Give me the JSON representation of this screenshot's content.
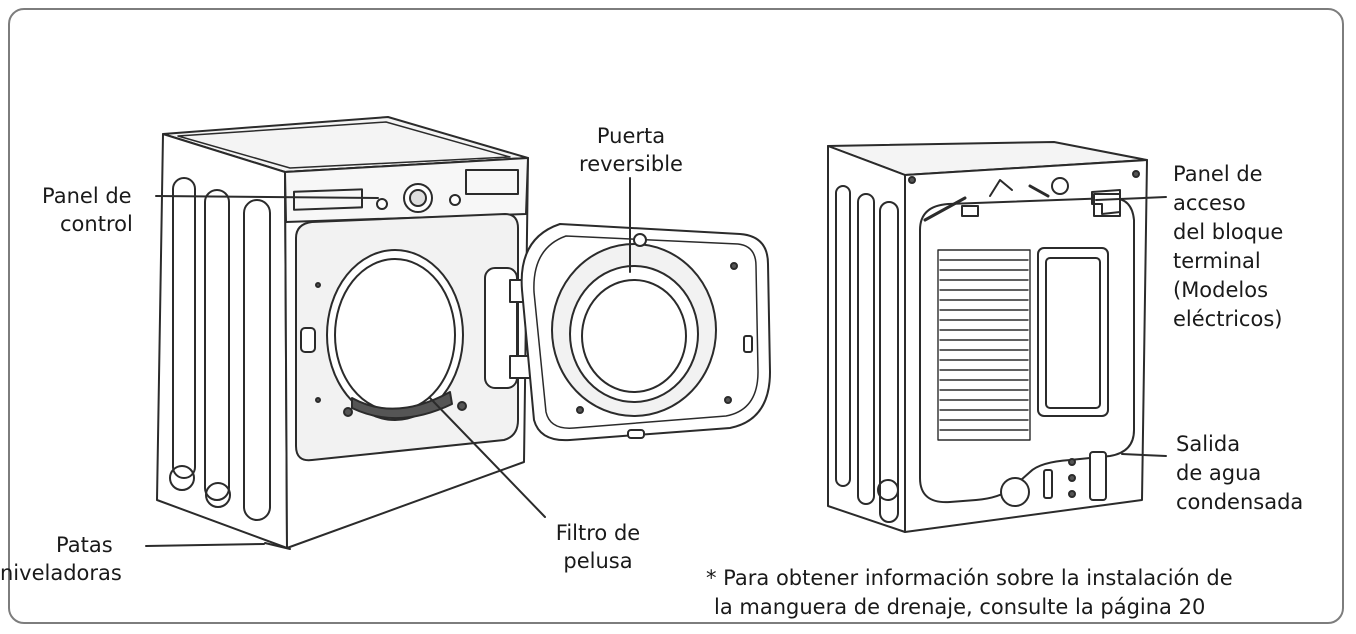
{
  "labels": {
    "control_panel": [
      "Panel de",
      "control"
    ],
    "reversible_door": [
      "Puerta",
      "reversible"
    ],
    "lint_filter": [
      "Filtro de",
      "pelusa"
    ],
    "leveling_feet": [
      "Patas",
      "niveladoras"
    ],
    "terminal_block_panel": [
      "Panel de",
      "acceso",
      "del bloque",
      "terminal",
      "(Modelos",
      "eléctricos)"
    ],
    "condensed_water_outlet": [
      "Salida",
      "de agua",
      "condensada"
    ]
  },
  "footnote": [
    "*  Para obtener información sobre la instalación de",
    "la manguera de drenaje, consulte la página 20"
  ],
  "colors": {
    "line": "#2b2b2b",
    "fill": "#ffffff",
    "shade": "#e9e9e9",
    "frame": "#7d7d7d"
  }
}
